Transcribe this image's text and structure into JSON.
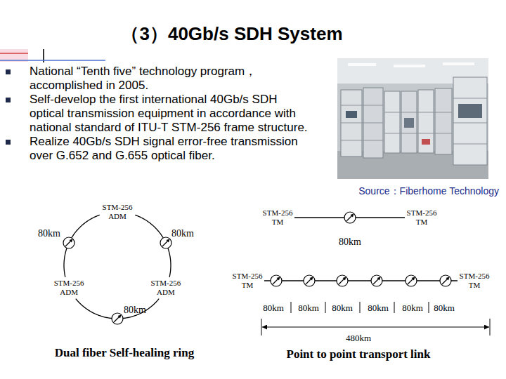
{
  "diagram": {
    "title": "（3）40Gb/s SDH System",
    "nodes": [
      {
        "text": [
          "STM-256 ADM"
        ]
      },
      {
        "text": [
          "STM-256 TM"
        ]
      },
      {
        "text": [
          "STM-256 TM"
        ]
      },
      {
        "text": [
          "STM-256 ADM"
        ]
      },
      {
        "text": [
          "STM-256 ADM"
        ]
      },
      {
        "text": [
          "STM-256 TM"
        ]
      },
      {
        "text": [
          "STM-256 TM"
        ]
      }
    ],
    "edges": [
      {
        "from": 0,
        "to": 3,
        "arrow": "none"
      },
      {
        "from": 3,
        "to": 4,
        "arrow": "none"
      },
      {
        "from": 4,
        "to": 0,
        "arrow": "none"
      },
      {
        "from": 1,
        "to": 2,
        "arrow": "none"
      },
      {
        "from": 5,
        "to": 6,
        "arrow": "none"
      }
    ],
    "labels": [
      "National “Tenth five” technology program，accomplished in 2005.",
      "Self-develop the first international 40Gb/s SDH optical transmission equipment in accordance with national standard of ITU-T STM-256 frame structure.",
      "Realize 40Gb/s SDH signal error-free transmission over G.652 and G.655 optical fiber.",
      "Source：Fiberhome Technology",
      "80km",
      "80km",
      "80km",
      "80km",
      "80km",
      "80km",
      "80km",
      "80km",
      "80km",
      "80km",
      "480km",
      "Dual fiber Self-healing ring",
      "Point to point transport link"
    ]
  }
}
